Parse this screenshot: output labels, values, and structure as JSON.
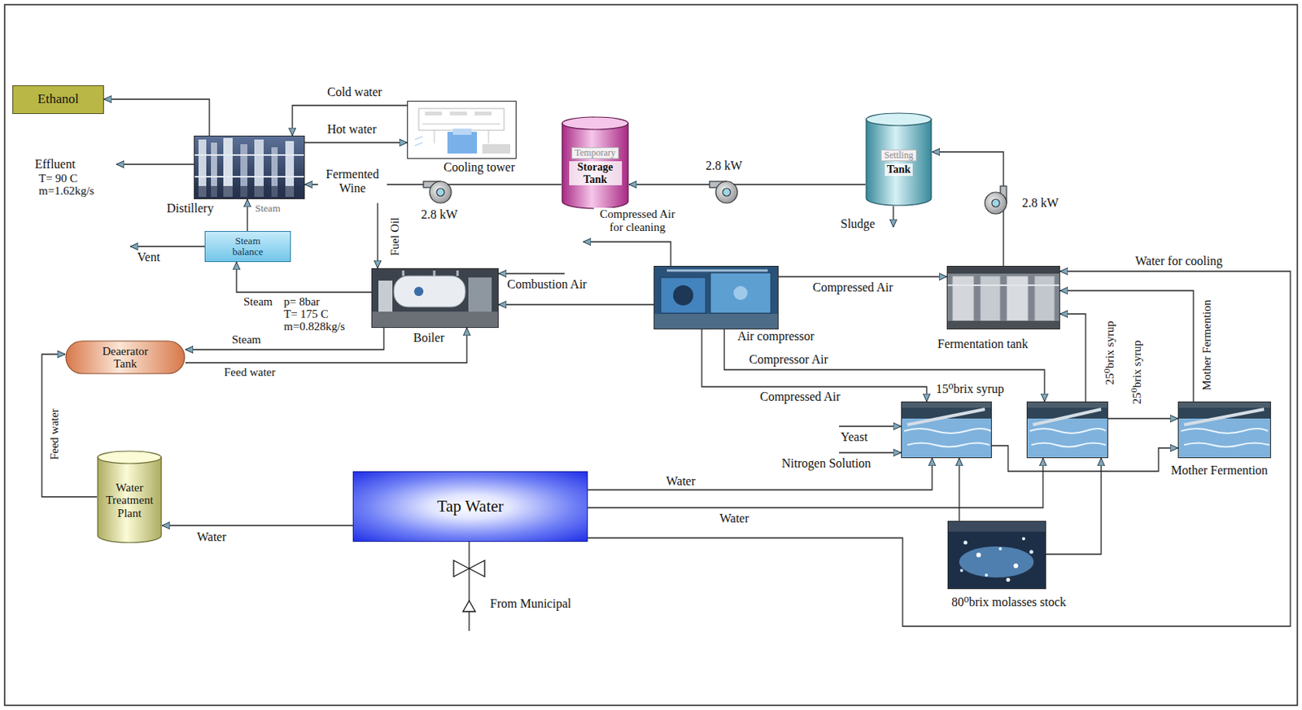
{
  "diagram": {
    "nodes": [
      {
        "text": [
          "Ethanol"
        ]
      },
      {
        "text": [
          "Distillery"
        ]
      },
      {
        "text": [
          "Cooling tower"
        ]
      },
      {
        "text": [
          "Temporary",
          "Storage Tank"
        ]
      },
      {
        "text": [
          "Settling",
          "Tank"
        ]
      },
      {
        "text": [
          "Steam balance"
        ]
      },
      {
        "text": [
          "Boiler"
        ]
      },
      {
        "text": [
          "Air compressor"
        ]
      },
      {
        "text": [
          "Fermentation tank"
        ]
      },
      {
        "text": [
          "Deaerator Tank"
        ]
      },
      {
        "text": [
          "15⁰brix syrup"
        ]
      },
      {
        "text": []
      },
      {
        "text": [
          "Mother Fermention"
        ]
      },
      {
        "text": [
          "Water Treatment Plant"
        ]
      },
      {
        "text": [
          "Tap Water"
        ]
      },
      {
        "text": [
          "80⁰brix molasses stock"
        ]
      }
    ],
    "edges": [
      {
        "from": 1,
        "to": 0,
        "arrow": "to"
      },
      {
        "from": 2,
        "to": 1,
        "label": "Cold water",
        "arrow": "to"
      },
      {
        "from": 1,
        "to": 2,
        "label": "Hot water",
        "arrow": "to"
      },
      {
        "from": 3,
        "to": 1,
        "label": "Fermented Wine",
        "arrow": "to"
      },
      {
        "from": 4,
        "to": 3,
        "arrow": "to"
      },
      {
        "from": 8,
        "to": 4,
        "arrow": "to"
      },
      {
        "from": 5,
        "to": 1,
        "label": "Steam",
        "arrow": "to"
      },
      {
        "from": 6,
        "to": 5,
        "label": "Steam",
        "arrow": "to"
      },
      {
        "from": 6,
        "to": 9,
        "label": "Steam",
        "arrow": "to"
      },
      {
        "from": 9,
        "to": 6,
        "label": "Feed water",
        "arrow": "to"
      },
      {
        "from": 13,
        "to": 9,
        "label": "Feed water",
        "arrow": "to"
      },
      {
        "from": 14,
        "to": 13,
        "label": "Water",
        "arrow": "to"
      },
      {
        "from": 14,
        "to": 10,
        "label": "Water",
        "arrow": "to"
      },
      {
        "from": 14,
        "to": 11,
        "label": "Water",
        "arrow": "to"
      },
      {
        "from": 14,
        "to": 8,
        "label": "Water for cooling",
        "arrow": "to"
      },
      {
        "from": 7,
        "to": 6,
        "arrow": "to"
      },
      {
        "from": 7,
        "to": 8,
        "label": "Compressed Air",
        "arrow": "to"
      },
      {
        "from": 7,
        "to": 11,
        "label": "Compressor Air",
        "arrow": "to"
      },
      {
        "from": 7,
        "to": 10,
        "label": "Compressed Air",
        "arrow": "to"
      },
      {
        "from": 15,
        "to": 10,
        "arrow": "to"
      },
      {
        "from": 15,
        "to": 11,
        "arrow": "to"
      },
      {
        "from": 10,
        "to": 12,
        "arrow": "to"
      },
      {
        "from": 11,
        "to": 12,
        "label": "25⁰brix syrup",
        "arrow": "to"
      },
      {
        "from": 11,
        "to": 8,
        "label": "25⁰brix syrup",
        "arrow": "to"
      },
      {
        "from": 12,
        "to": 8,
        "label": "Mother Fermention",
        "arrow": "to"
      }
    ],
    "labels": [
      "Effluent",
      "T= 90 C",
      "m=1.62kg/s",
      "Vent",
      "Fuel Oil",
      "p= 8bar",
      "T= 175 C",
      "m=0.828kg/s",
      "Combustion Air",
      "Compressed Air for cleaning",
      "2.8 kW",
      "2.8 kW",
      "2.8 kW",
      "Sludge",
      "Yeast",
      "Nitrogen Solution",
      "From Municipal"
    ]
  }
}
